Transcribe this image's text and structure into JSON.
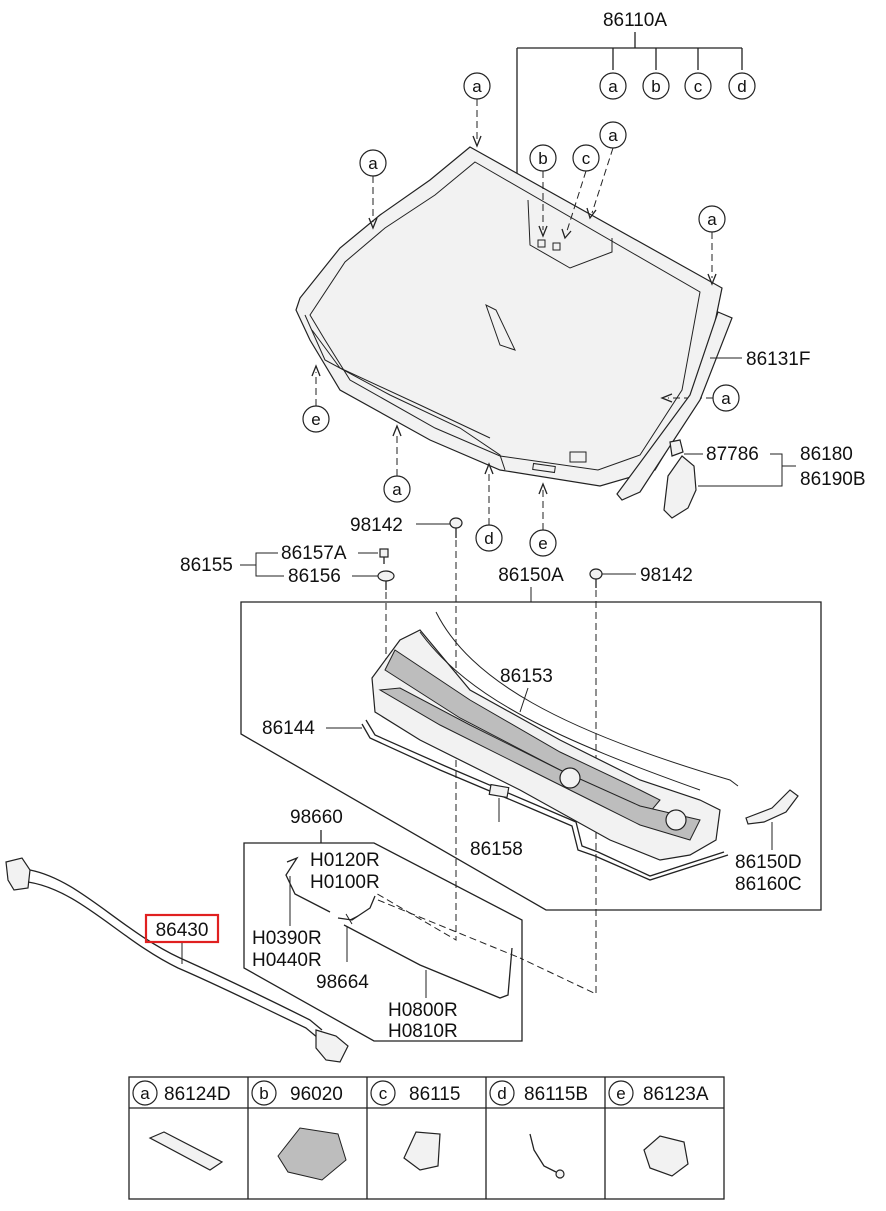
{
  "diagram": {
    "title_part": "86110A",
    "callout_letters": [
      "a",
      "b",
      "c",
      "d",
      "e"
    ],
    "labels": {
      "p86131F": "86131F",
      "p87786": "87786",
      "p86180": "86180",
      "p86190B": "86190B",
      "p98142_top": "98142",
      "p98142_right": "98142",
      "p86157A": "86157A",
      "p86155": "86155",
      "p86156": "86156",
      "p86150A": "86150A",
      "p86153": "86153",
      "p86144": "86144",
      "p86158": "86158",
      "p86150D": "86150D",
      "p86160C": "86160C",
      "p98660": "98660",
      "pH0120R": "H0120R",
      "pH0100R": "H0100R",
      "pH0390R": "H0390R",
      "pH0440R": "H0440R",
      "p98664": "98664",
      "pH0800R": "H0800R",
      "pH0810R": "H0810R",
      "p86430": "86430"
    },
    "highlighted_part": "86430",
    "highlight_color": "#e02020",
    "legend": [
      {
        "letter": "a",
        "part": "86124D"
      },
      {
        "letter": "b",
        "part": "96020"
      },
      {
        "letter": "c",
        "part": "86115"
      },
      {
        "letter": "d",
        "part": "86115B"
      },
      {
        "letter": "e",
        "part": "86123A"
      }
    ]
  }
}
